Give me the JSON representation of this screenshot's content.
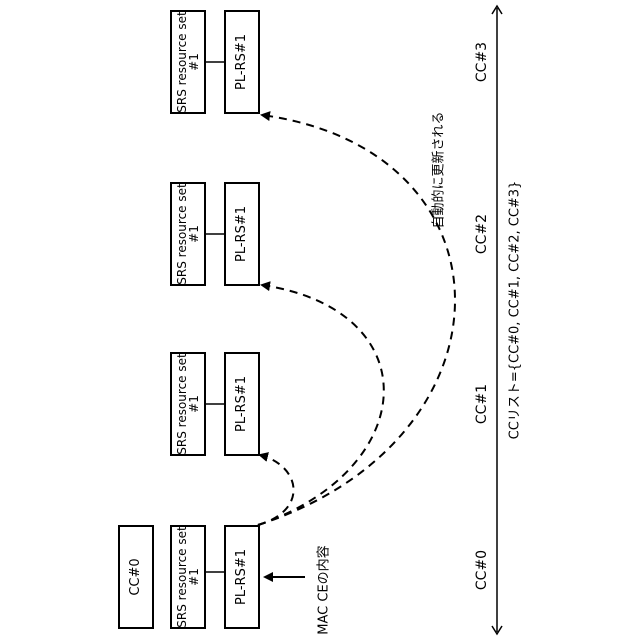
{
  "header_box": "CC#0",
  "srs_line1": "SRS resource set",
  "srs_line2": "#1",
  "pl_rs": "PL-RS#1",
  "mac_ce_label": "MAC CEの内容",
  "auto_update_label": "自動的に更新される",
  "cc_list_label": "CCリスト={CC#0, CC#1, CC#2, CC#3}",
  "cc_labels": [
    "CC#0",
    "CC#1",
    "CC#2",
    "CC#3"
  ]
}
